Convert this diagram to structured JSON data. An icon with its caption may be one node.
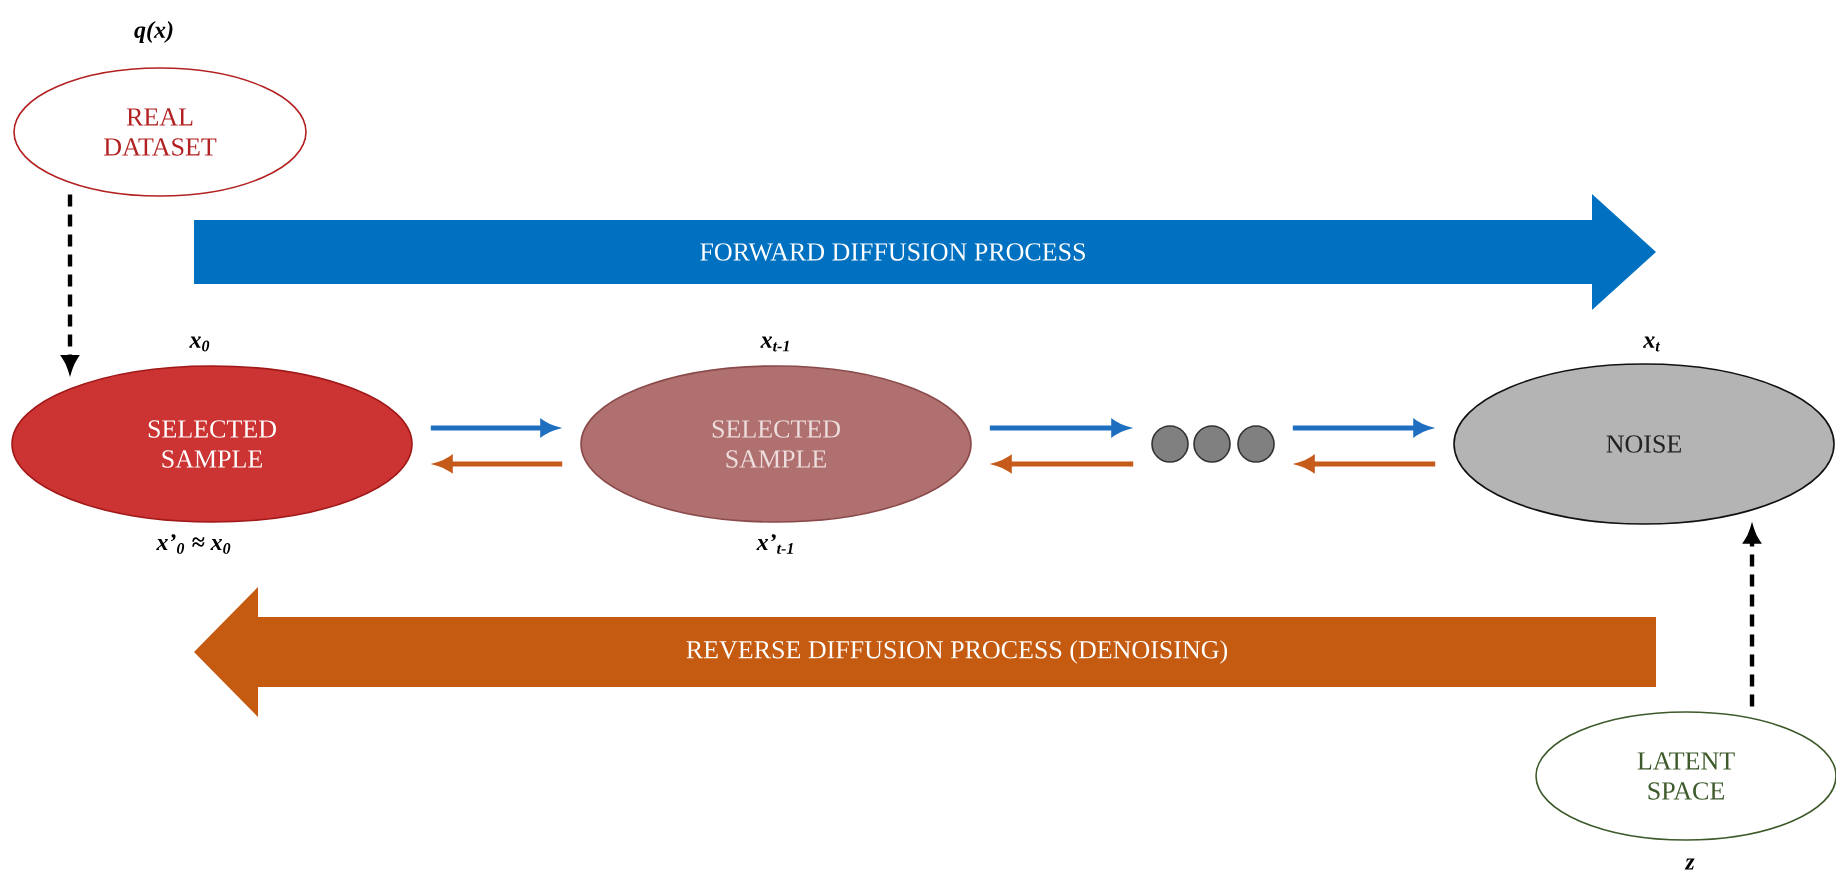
{
  "diagram": {
    "nodes": [
      {
        "text": [
          "REAL DATASET"
        ],
        "beside": [
          "q(x)"
        ]
      },
      {
        "text": [
          "SELECTED SAMPLE"
        ],
        "beside": [
          "x$_{0}$",
          "x’$_{0}$ ≈ x$_{0}$"
        ]
      },
      {
        "text": [
          "SELECTED SAMPLE"
        ],
        "beside": [
          "x$_{t-1}$",
          "x’$_{t-1}$"
        ]
      },
      {
        "text": [],
        "shape": "circle"
      },
      {
        "text": [],
        "shape": "circle"
      },
      {
        "text": [],
        "shape": "circle"
      },
      {
        "text": [
          "NOISE"
        ],
        "beside": [
          "x$_{t}$"
        ]
      },
      {
        "text": [
          "LATENT SPACE"
        ],
        "beside": [
          "z"
        ]
      }
    ],
    "edges": [
      {
        "from": 0,
        "to": 1,
        "arrow": "to",
        "style": "dashed",
        "color": "#000000"
      },
      {
        "from": 1,
        "to": 2,
        "arrow": "to",
        "color": "#1f6fc0"
      },
      {
        "from": 2,
        "to": 1,
        "arrow": "to",
        "color": "#c55a1a"
      },
      {
        "from": 2,
        "to": 3,
        "arrow": "to",
        "color": "#1f6fc0"
      },
      {
        "from": 3,
        "to": 2,
        "arrow": "to",
        "color": "#c55a1a"
      },
      {
        "from": 5,
        "to": 6,
        "arrow": "to",
        "color": "#1f6fc0"
      },
      {
        "from": 6,
        "to": 5,
        "arrow": "to",
        "color": "#c55a1a"
      },
      {
        "from": 7,
        "to": 6,
        "arrow": "to",
        "style": "dashed",
        "color": "#000000"
      }
    ],
    "labels": [
      "FORWARD DIFFUSION PROCESS",
      "REVERSE DIFFUSION PROCESS (DENOISING)"
    ]
  }
}
